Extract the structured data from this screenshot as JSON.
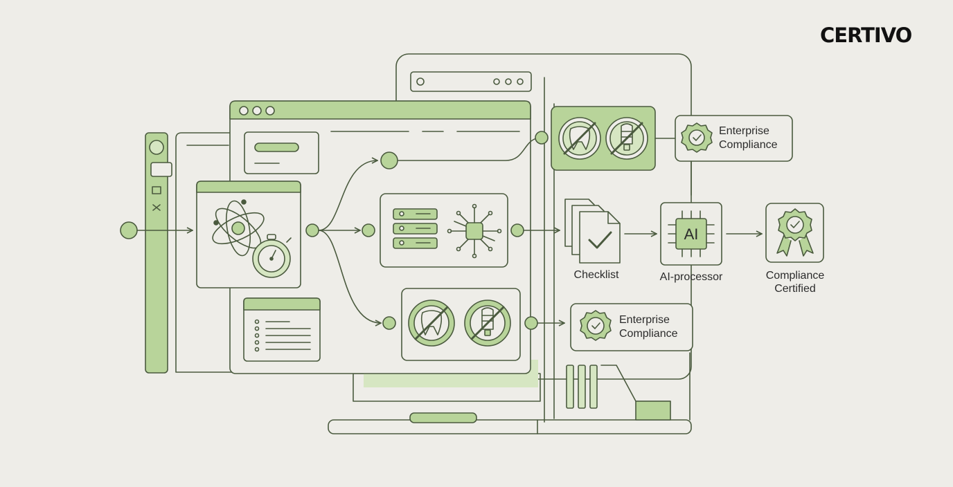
{
  "brand": {
    "logo_text": "CERTIVO"
  },
  "labels": {
    "enterprise_top_line1": "Enterprise",
    "enterprise_top_line2": "Compliance",
    "checklist": "Checklist",
    "ai_processor": "AI-processor",
    "ai_chip_text": "AI",
    "certified_line1": "Compliance",
    "certified_line2": "Certified",
    "enterprise_bottom_line1": "Enterprise",
    "enterprise_bottom_line2": "Compliance"
  },
  "colors": {
    "background": "#eeede8",
    "accent_green": "#b8d49a",
    "accent_green_light": "#d6e6c2",
    "stroke": "#4a5a3e"
  }
}
